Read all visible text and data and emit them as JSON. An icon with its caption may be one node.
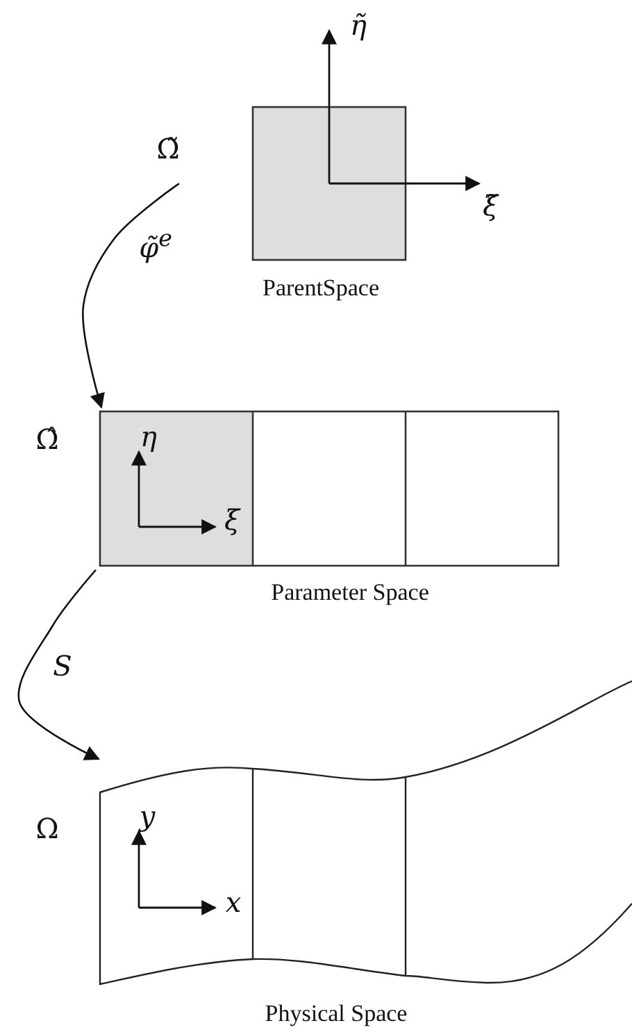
{
  "diagram": {
    "nodes": [
      {
        "text": [
          "ParentSpace"
        ],
        "beside": [
          "Ω̃"
        ]
      },
      {
        "text": [
          "Parameter Space"
        ],
        "beside": [
          "Ω̂"
        ]
      },
      {
        "text": [
          "Physical Space"
        ],
        "beside": [
          "Ω"
        ]
      }
    ],
    "edges": [
      {
        "from": 0,
        "to": 1,
        "arrow": "to",
        "label": "φ̃$^{e}$"
      },
      {
        "from": 1,
        "to": 2,
        "arrow": "to",
        "label": "S"
      }
    ],
    "labels": [
      "η̃",
      "ξ̃",
      "η",
      "ξ",
      "y",
      "x"
    ]
  }
}
